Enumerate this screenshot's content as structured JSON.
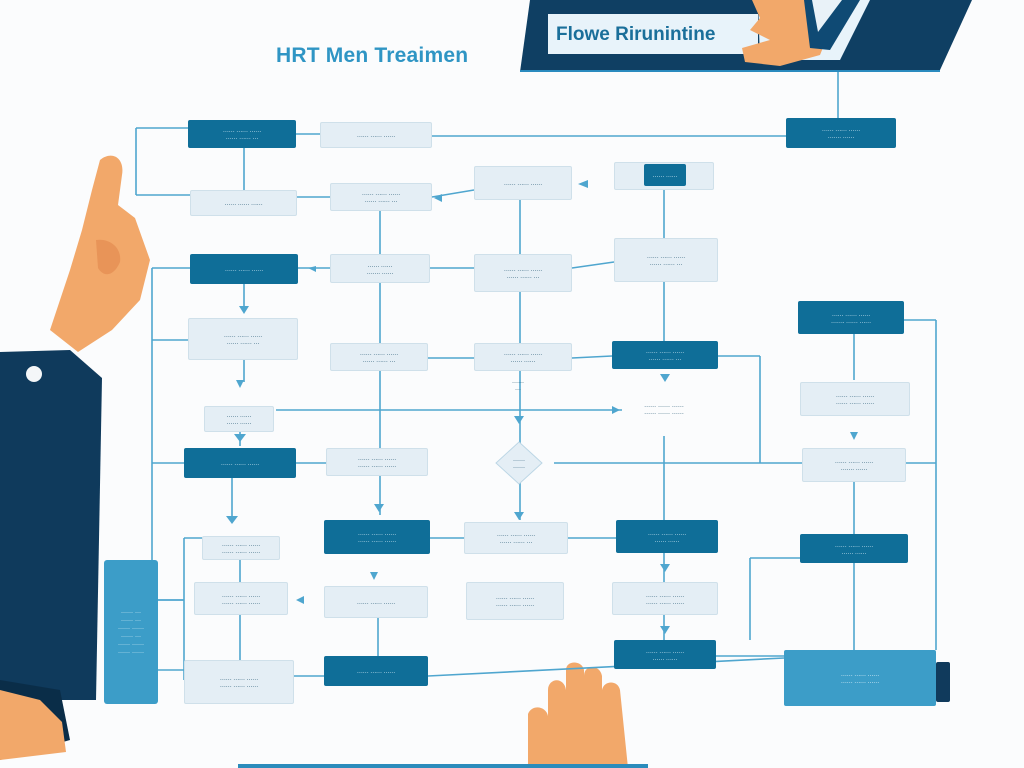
{
  "title": "HRT Men Treaimen",
  "banner": {
    "label": "Flowe Rirunintine"
  },
  "nodes": {
    "n1": "…… …… ……\n…… …… …",
    "n2": "…… …… ……",
    "n3": "…… …… ……\n……. ……",
    "n4": "…… …… ……",
    "n5": "…… …… ……",
    "n6": "…… ……",
    "n7": "…… …… ……",
    "n8": "…… …… ……\n…… …… …",
    "n9": "…… …… ……\n…… …… …",
    "n10": "…… …… ……",
    "n11": "…… ……\n……. ……",
    "n12": "…… …… ……\n…… …… …",
    "n13": "…… …… ……\n……. …… ……",
    "n14": "…… …… ……\n…… …… …",
    "n15": "…… …… ……\n…… …… …",
    "n16": "…… …… ……\n…… ……",
    "n17": "…… …… ……\n…… …… …",
    "n18": "…… ……\n…… ……",
    "n19": "…… …… ……\n…… …… ……",
    "n20": "…… …… ……",
    "n21": "…… …… ……\n…… …… ……",
    "n22": "…… …… ……\n……. ……",
    "n23": "…… …… ……\n…… …… ……",
    "n24": "…… …… ……\n…… …… …",
    "n25": "…… …… ……\n…… ……",
    "n26": "…… …… ……\n…… …… ……",
    "n27": "…… …… ……\n…… ……",
    "n28": "…… …… ……\n…… …… ……",
    "n29": "…… …… ……",
    "n30": "…… …… ……\n…… …… ……",
    "n31": "…… …… ……\n…… …… ……",
    "n32": "…… …… ……\n…… ……",
    "n33": "…… …… ……",
    "n34": "…… …… ……\n…… …… ……",
    "n35": "…… …… ……",
    "n36": "…… …… ……\n…… …… ……",
    "n37": "…… …… ……",
    "n38": "…… …… ……\n…… …… ……"
  },
  "free_labels": {
    "f1": "……\n…",
    "f2": "…… …… ……\n…… …… ……"
  },
  "diamond_label": "……\n……",
  "side_panel": "…… …\n…… …\n…… ……\n…… …\n…… ……\n…… ……",
  "colors": {
    "dark_node": "#0f6e98",
    "light_node": "#e4eef5",
    "line": "#4fa6cf",
    "accent": "#2f95c4",
    "sleeve": "#103a5c",
    "skin": "#f2a86a"
  }
}
